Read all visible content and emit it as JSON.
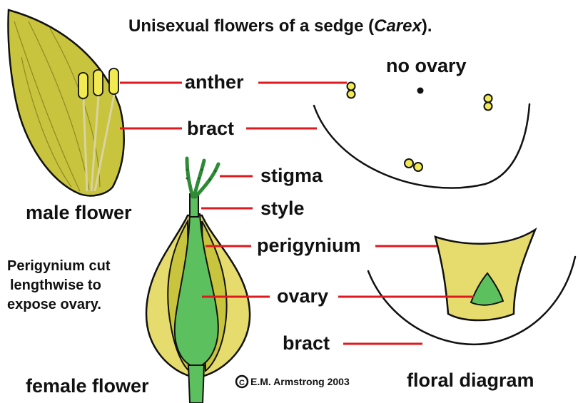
{
  "title": {
    "prefix": "Unisexual flowers of a sedge (",
    "genus": "Carex",
    "suffix": ")."
  },
  "labels": {
    "anther": "anther",
    "bract_male": "bract",
    "no_ovary": "no ovary",
    "male_flower": "male flower",
    "stigma": "stigma",
    "style": "style",
    "perigynium": "perigynium",
    "ovary": "ovary",
    "bract_female": "bract",
    "female_flower": "female flower",
    "floral_diagram": "floral diagram"
  },
  "note_lines": [
    "Perigynium cut",
    "lengthwise to",
    "expose ovary."
  ],
  "credit": {
    "symbol": "C",
    "text": "E.M. Armstrong 2003"
  },
  "colors": {
    "bract_fill": "#c8c43e",
    "perigynium_fill": "#e6dc6e",
    "ovary_green": "#5cc05e",
    "anther_yellow": "#f2ea52",
    "leader_red": "#e0191e",
    "outline": "#111111"
  }
}
